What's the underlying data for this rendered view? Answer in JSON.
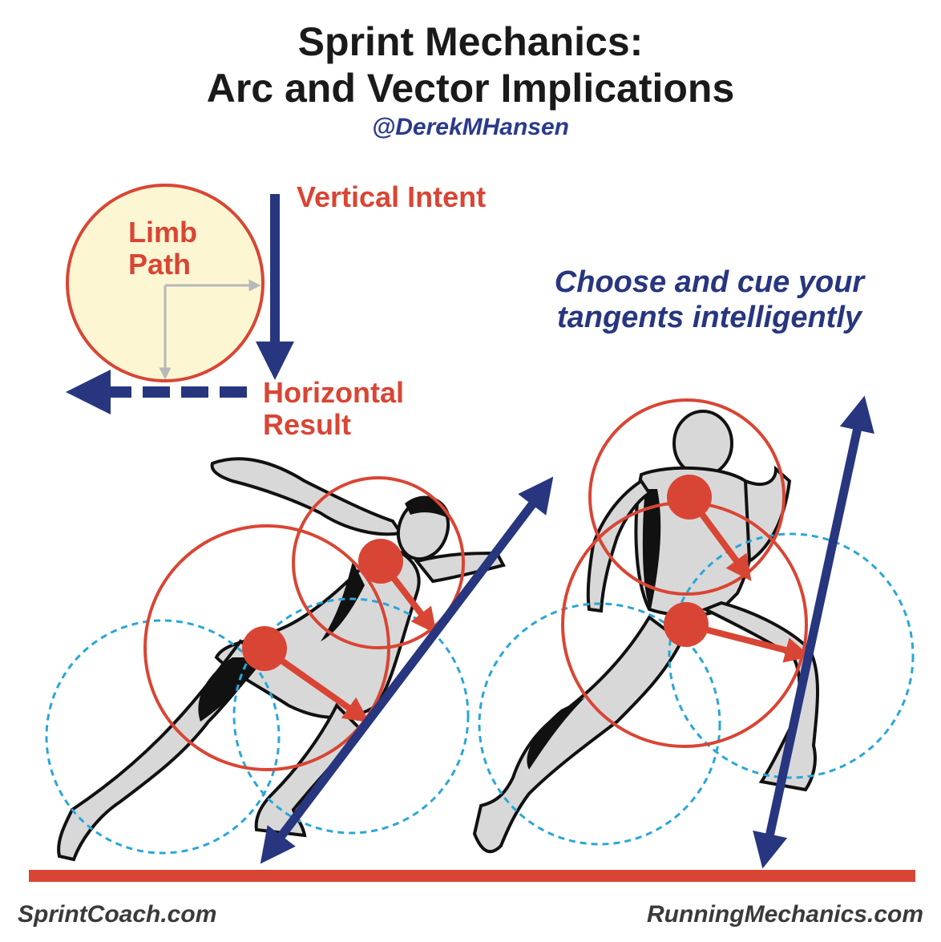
{
  "title_line1": "Sprint Mechanics:",
  "title_line2": "Arc and Vector Implications",
  "handle": "@DerekMHansen",
  "limb_path": {
    "line1": "Limb",
    "line2": "Path"
  },
  "vertical_intent": "Vertical Intent",
  "horizontal_result": {
    "line1": "Horizontal",
    "line2": "Result"
  },
  "cue": {
    "line1": "Choose and cue your",
    "line2": "tangents intelligently"
  },
  "footer_left": "SprintCoach.com",
  "footer_right": "RunningMechanics.com",
  "colors": {
    "red": "#d94534",
    "navy": "#27367f",
    "dashed_blue": "#2aa6d8",
    "limb_fill": "#fdf6d3",
    "ground": "#d94534"
  },
  "icons": [
    "starting-sprinter-figure",
    "upright-sprinter-figure"
  ]
}
